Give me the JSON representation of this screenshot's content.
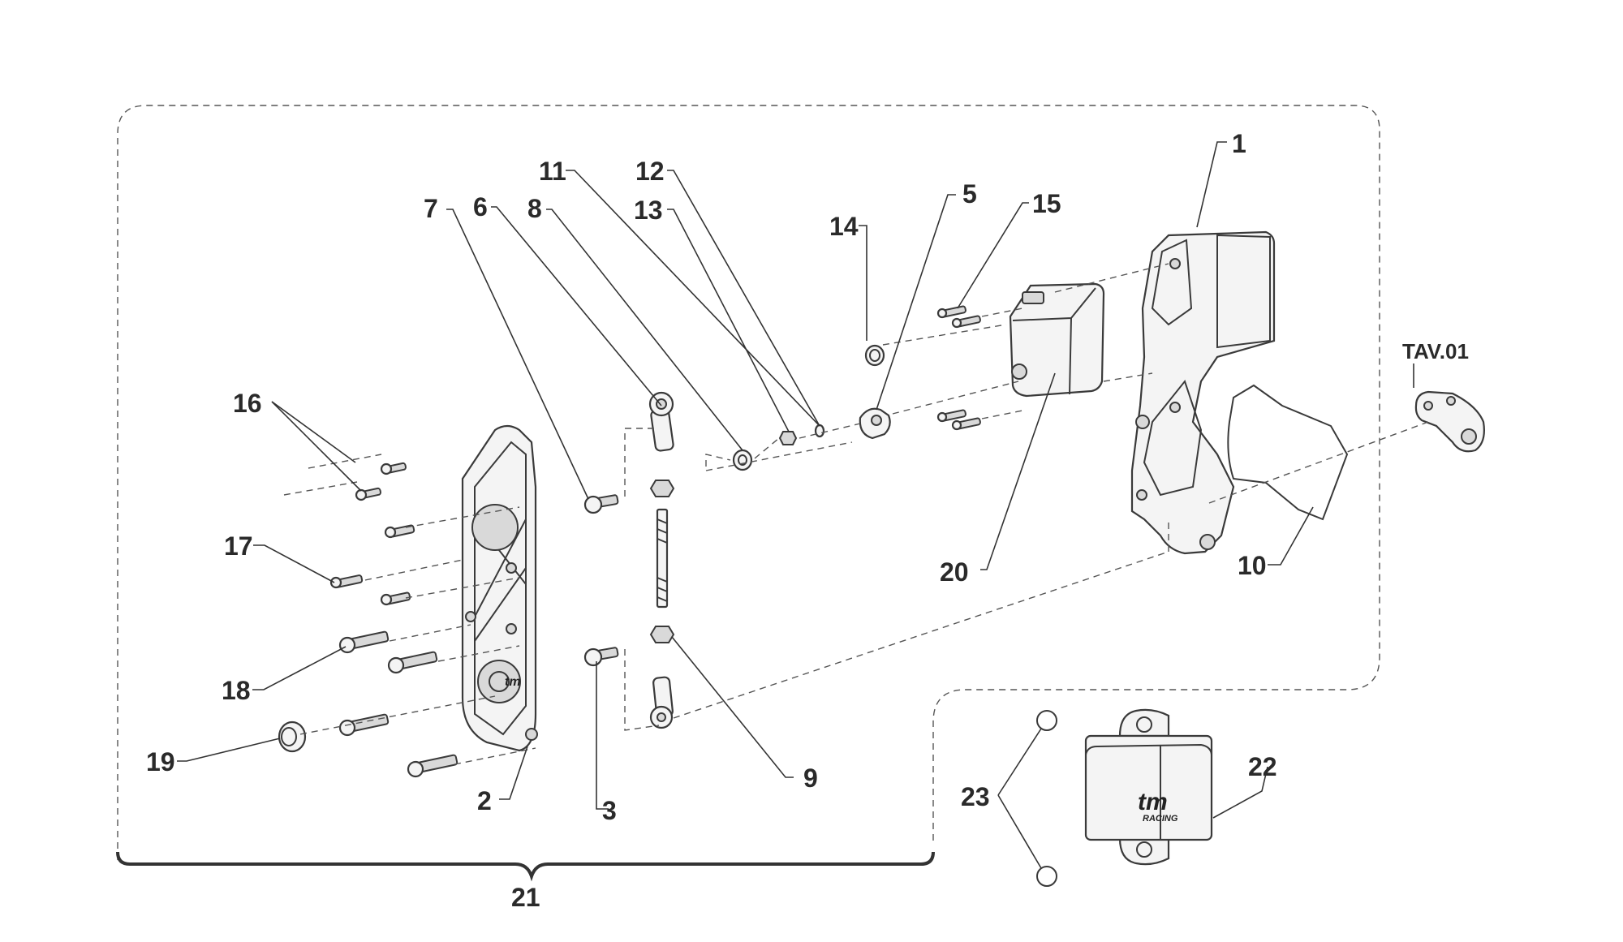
{
  "diagram": {
    "callouts": {
      "c1": "1",
      "c2": "2",
      "c3": "3",
      "c5": "5",
      "c6": "6",
      "c7": "7",
      "c8": "8",
      "c9": "9",
      "c10": "10",
      "c11": "11",
      "c12": "12",
      "c13": "13",
      "c14": "14",
      "c15": "15",
      "c16": "16",
      "c17": "17",
      "c18": "18",
      "c19": "19",
      "c20": "20",
      "c21": "21",
      "c22": "22",
      "c23": "23",
      "tav": "TAV.01"
    },
    "logo": {
      "brand": "tm",
      "sub": "RACING"
    }
  }
}
